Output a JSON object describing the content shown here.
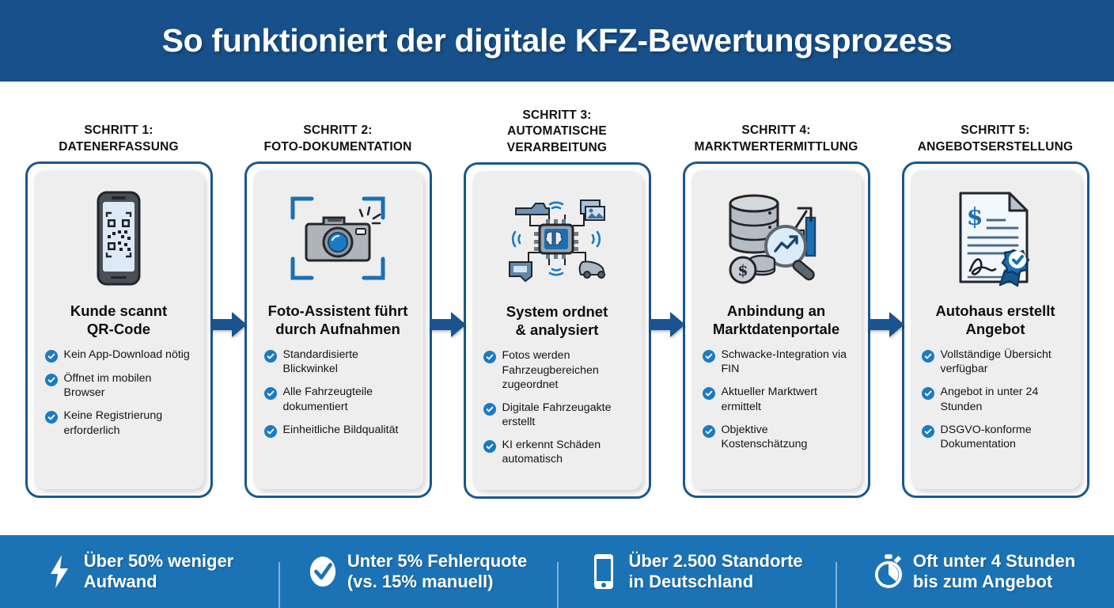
{
  "header": {
    "title": "So funktioniert der digitale KFZ-Bewertungsprozess",
    "bg_color": "#17508a"
  },
  "colors": {
    "brand_dark_blue": "#17508a",
    "card_border_blue": "#19578f",
    "accent_blue": "#1a7bc4",
    "banner_blue": "#1b73b5",
    "arrow_blue": "#1a5490",
    "card_panel_gray": "#eeeeee"
  },
  "steps": [
    {
      "label": "SCHRITT 1:\nDATENERFASSUNG",
      "icon": "smartphone-qr-code-icon",
      "title": "Kunde scannt\nQR-Code",
      "bullets": [
        "Kein App-Download nötig",
        "Öffnet im mobilen Browser",
        "Keine Registrierung erforderlich"
      ]
    },
    {
      "label": "SCHRITT 2:\nFOTO-DOKUMENTATION",
      "icon": "camera-viewfinder-icon",
      "title": "Foto-Assistent führt\ndurch Aufnahmen",
      "bullets": [
        "Standardisierte Blickwinkel",
        "Alle Fahrzeugteile dokumentiert",
        "Einheitliche Bildqualität"
      ]
    },
    {
      "label": "SCHRITT 3:\nAUTOMATISCHE\nVERARBEITUNG",
      "icon": "ai-chip-brain-icon",
      "title": "System ordnet\n& analysiert",
      "bullets": [
        "Fotos werden Fahrzeugbereichen zugeordnet",
        "Digitale Fahrzeugakte erstellt",
        "KI erkennt Schäden automatisch"
      ]
    },
    {
      "label": "SCHRITT 4:\nMARKTWERTERMITTLUNG",
      "icon": "database-chart-magnifier-icon",
      "title": "Anbindung an\nMarktdatenportale",
      "bullets": [
        "Schwacke-Integration via FIN",
        "Aktueller Marktwert ermittelt",
        "Objektive Kostenschätzung"
      ]
    },
    {
      "label": "SCHRITT 5:\nANGEBOTSERSTELLUNG",
      "icon": "certified-document-icon",
      "title": "Autohaus erstellt\nAngebot",
      "bullets": [
        "Vollständige Übersicht verfügbar",
        "Angebot in unter 24 Stunden",
        "DSGVO-konforme Dokumentation"
      ]
    }
  ],
  "arrows": [
    {
      "name": "arrow-step-1-to-2"
    },
    {
      "name": "arrow-step-2-to-3"
    },
    {
      "name": "arrow-step-3-to-4"
    },
    {
      "name": "arrow-step-4-to-5"
    }
  ],
  "banner": {
    "items": [
      {
        "icon": "lightning-bolt-icon",
        "text": "Über 50% weniger\nAufwand"
      },
      {
        "icon": "check-circle-icon",
        "text": "Unter 5% Fehlerquote\n(vs. 15% manuell)"
      },
      {
        "icon": "smartphone-icon",
        "text": "Über 2.500 Standorte\nin Deutschland"
      },
      {
        "icon": "stopwatch-icon",
        "text": "Oft unter 4 Stunden\nbis zum Angebot"
      }
    ]
  }
}
